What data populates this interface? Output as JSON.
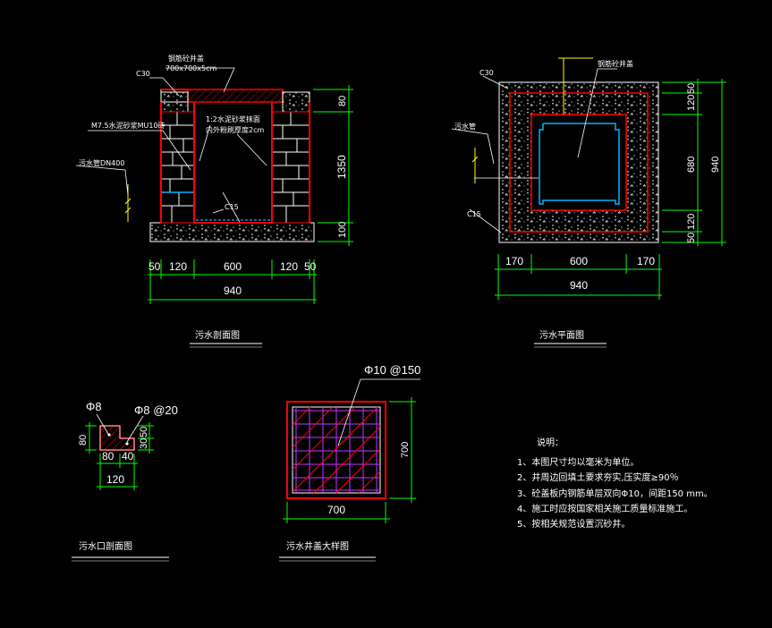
{
  "colors": {
    "background": "#000000",
    "concrete": "#ffffff",
    "wall": "#ff0000",
    "dimension": "#00ff00",
    "leader": "#ffff00",
    "rebar": "#00b4ff",
    "hatch": "#cc33ff"
  },
  "section": {
    "title": "污水剖面图",
    "label_c30": "C30",
    "label_cover1": "钢筋砼井盖",
    "label_cover2": "700x700x5cm",
    "label_wall": "M7.5水泥砂浆MU10砖",
    "label_plaster1": "1:2水泥砂浆抹面",
    "label_plaster2": "内外粉刷厚度2cm",
    "label_pipe": "污水管DN400",
    "label_c15": "C15",
    "dims_bottom": [
      "50",
      "120",
      "600",
      "120",
      "50"
    ],
    "dim_total": "940",
    "dims_right": [
      "80",
      "1350",
      "100"
    ]
  },
  "plan": {
    "title": "污水平面图",
    "label_c30": "C30",
    "label_cover": "钢筋砼井盖",
    "label_pipe": "污水管",
    "label_c15": "C15",
    "dims_bottom": [
      "170",
      "600",
      "170"
    ],
    "dim_total": "940",
    "dims_right_inner": [
      "50",
      "120",
      "680",
      "120",
      "50"
    ],
    "dim_right_total": "940"
  },
  "outlet": {
    "title": "污水口剖面图",
    "label_bar": "Φ8",
    "label_bar2": "Φ8 @20",
    "dim_height": "80",
    "dims_right": [
      "50",
      "30"
    ],
    "dims_bottom": [
      "80",
      "40"
    ],
    "dim_total": "120"
  },
  "cover": {
    "title": "污水井盖大样图",
    "label_rebar": "Φ10 @150",
    "dim_right": "700",
    "dim_bottom": "700"
  },
  "notes": {
    "heading": "说明：",
    "items": [
      "1、本图尺寸均以毫米为单位。",
      "2、井周边回填土要求夯实,压实度≥90％",
      "3、砼盖板内钢筋单层双向Φ10，间距150 mm。",
      "4、施工时应按国家相关施工质量标准施工。",
      "5、按相关规范设置沉砂井。"
    ]
  }
}
